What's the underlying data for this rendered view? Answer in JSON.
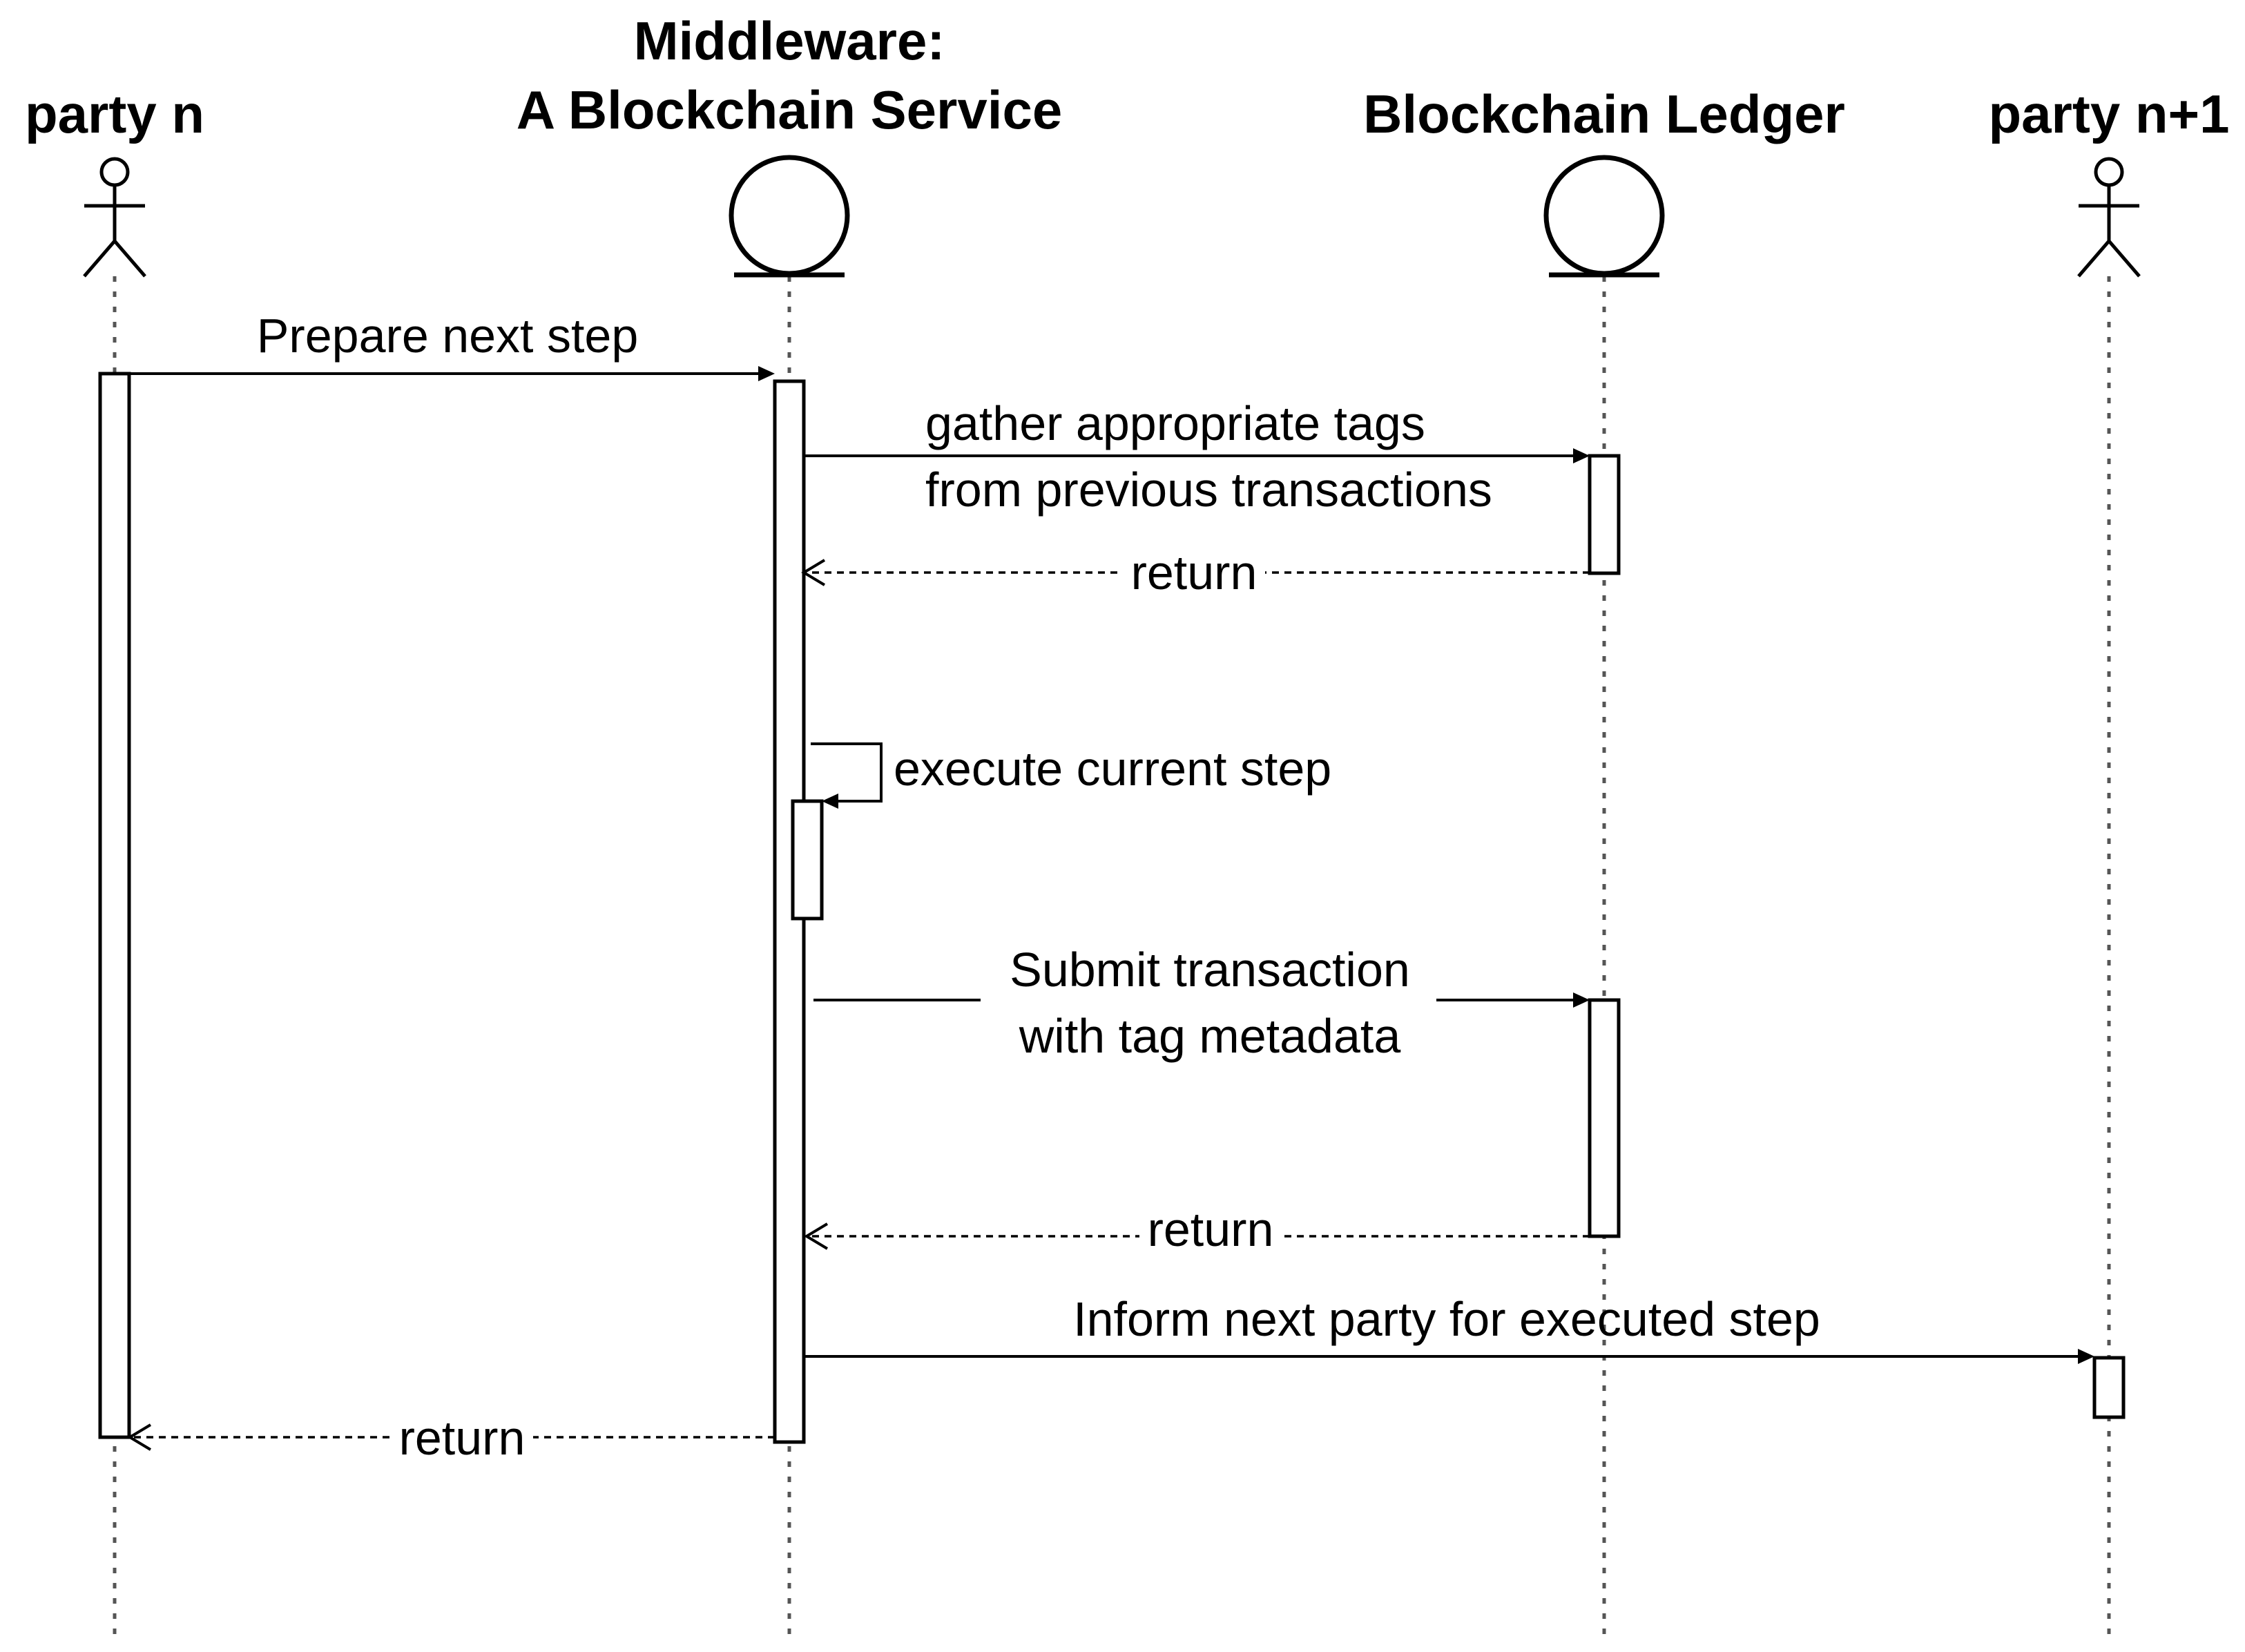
{
  "diagram": {
    "participants": [
      {
        "id": "party-n",
        "type": "actor",
        "label_lines": [
          "party n"
        ]
      },
      {
        "id": "middleware",
        "type": "entity",
        "label_lines": [
          "Middleware:",
          "A Blockchain Service"
        ]
      },
      {
        "id": "ledger",
        "type": "entity",
        "label_lines": [
          "Blockchain Ledger"
        ]
      },
      {
        "id": "party-n1",
        "type": "actor",
        "label_lines": [
          "party n+1"
        ]
      }
    ],
    "messages": [
      {
        "id": "prepare-next-step",
        "from": "party-n",
        "to": "middleware",
        "style": "solid",
        "label_lines": [
          "Prepare next step"
        ]
      },
      {
        "id": "gather-tags",
        "from": "middleware",
        "to": "ledger",
        "style": "solid",
        "label_lines": [
          "gather appropriate tags",
          "from previous transactions"
        ]
      },
      {
        "id": "return-tags",
        "from": "ledger",
        "to": "middleware",
        "style": "dashed",
        "label_lines": [
          "return"
        ]
      },
      {
        "id": "execute-current-step",
        "from": "middleware",
        "to": "middleware",
        "style": "self",
        "label_lines": [
          "execute current step"
        ]
      },
      {
        "id": "submit-transaction",
        "from": "middleware",
        "to": "ledger",
        "style": "solid",
        "label_lines": [
          "Submit transaction",
          "with tag metadata"
        ]
      },
      {
        "id": "return-submit",
        "from": "ledger",
        "to": "middleware",
        "style": "dashed",
        "label_lines": [
          "return"
        ]
      },
      {
        "id": "inform-next-party",
        "from": "middleware",
        "to": "party-n1",
        "style": "solid",
        "label_lines": [
          "Inform next party for executed step"
        ]
      },
      {
        "id": "return-final",
        "from": "middleware",
        "to": "party-n",
        "style": "dashed",
        "label_lines": [
          "return"
        ]
      }
    ]
  }
}
